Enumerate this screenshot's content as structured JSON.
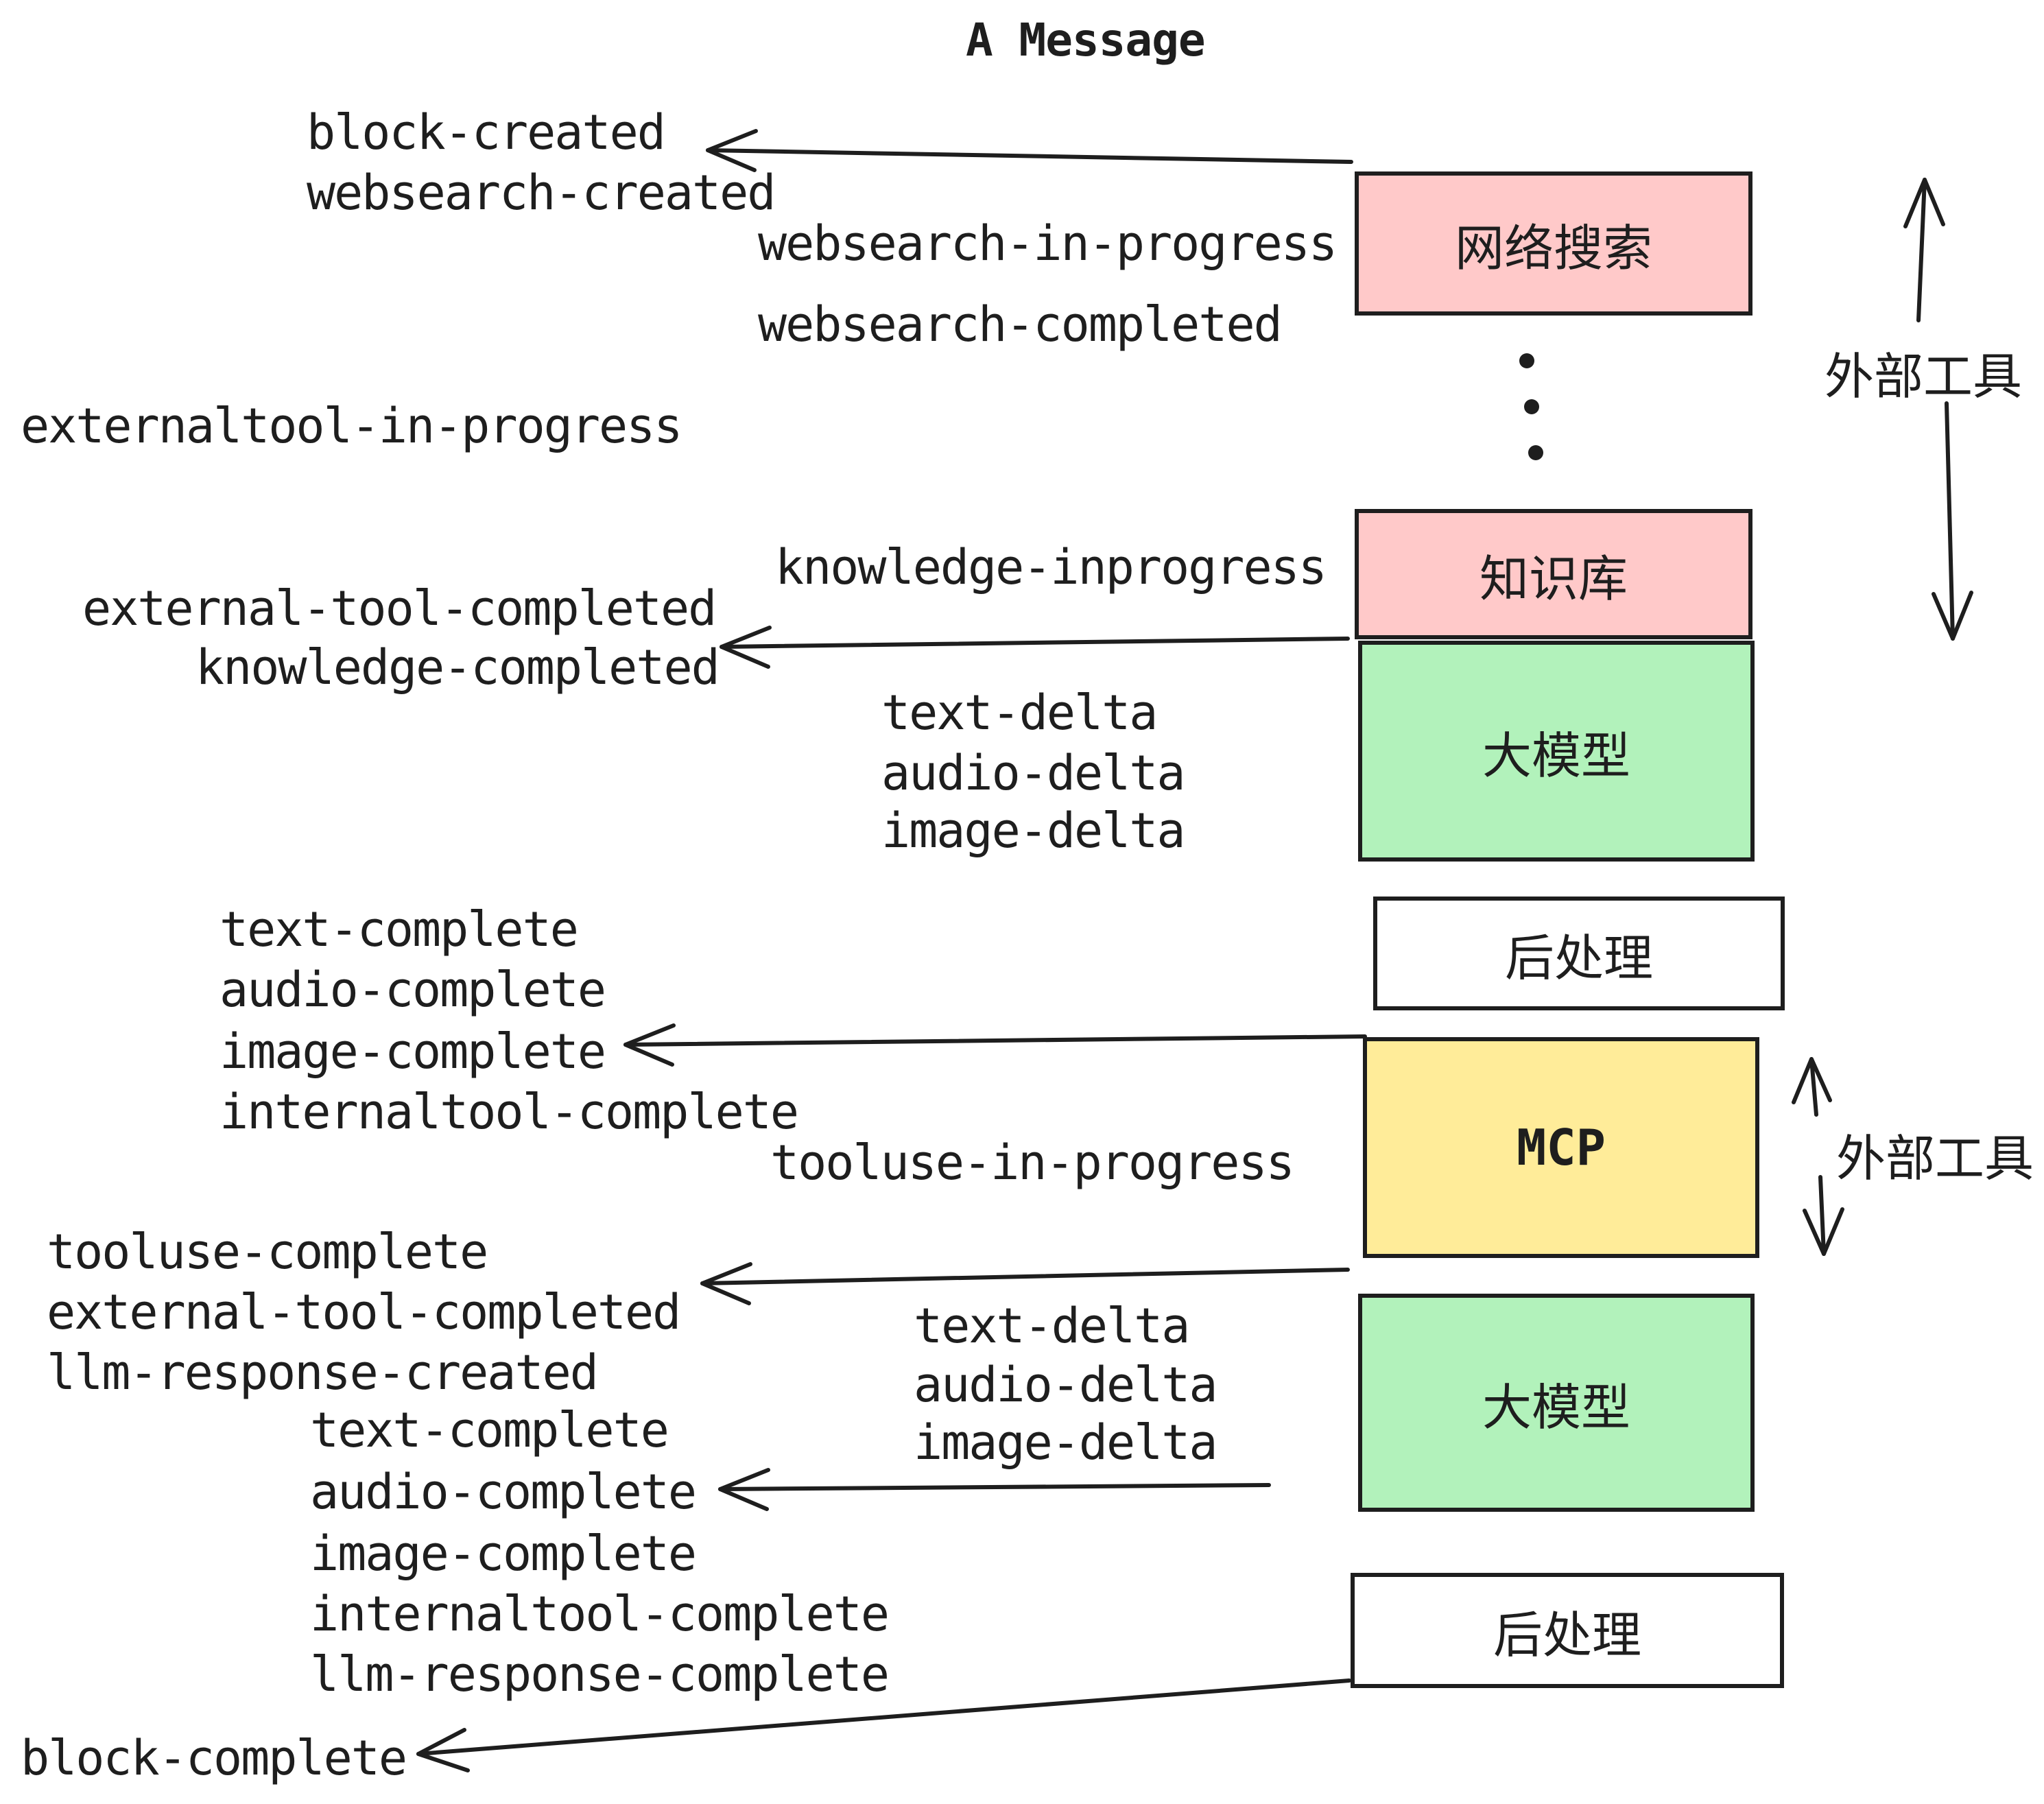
{
  "title": "A Message",
  "colors": {
    "box_pink": "#ffc9c9",
    "box_green": "#b2f2bb",
    "box_yellow": "#ffec99",
    "box_white": "#ffffff",
    "ink": "#1e1e1e"
  },
  "boxes": {
    "websearch": "网络搜索",
    "knowledge": "知识库",
    "llm1": "大模型",
    "post1": "后处理",
    "mcp": "MCP",
    "llm2": "大模型",
    "post2": "后处理"
  },
  "side_labels": {
    "external_tools_top": "外部工具",
    "external_tools_mid": "外部工具"
  },
  "events": {
    "block_created": "block-created",
    "websearch_created": "websearch-created",
    "websearch_in_progress": "websearch-in-progress",
    "websearch_completed": "websearch-completed",
    "externaltool_in_progress": "externaltool-in-progress",
    "knowledge_inprogress": "knowledge-inprogress",
    "external_tool_completed_1": "external-tool-completed",
    "knowledge_completed": "knowledge-completed",
    "text_delta_1": "text-delta",
    "audio_delta_1": "audio-delta",
    "image_delta_1": "image-delta",
    "text_complete_1": "text-complete",
    "audio_complete_1": "audio-complete",
    "image_complete_1": "image-complete",
    "internaltool_complete_1": "internaltool-complete",
    "tooluse_in_progress": "tooluse-in-progress",
    "tooluse_complete": "tooluse-complete",
    "external_tool_completed_2": "external-tool-completed",
    "llm_response_created": "llm-response-created",
    "text_delta_2": "text-delta",
    "audio_delta_2": "audio-delta",
    "image_delta_2": "image-delta",
    "text_complete_2": "text-complete",
    "audio_complete_2": "audio-complete",
    "image_complete_2": "image-complete",
    "internaltool_complete_2": "internaltool-complete",
    "llm_response_complete": "llm-response-complete",
    "block_complete": "block-complete"
  }
}
